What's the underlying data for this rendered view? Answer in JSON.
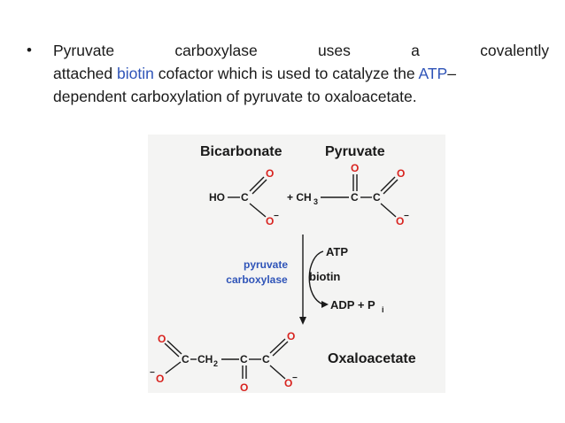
{
  "bullet": {
    "line1": [
      "Pyruvate",
      "carboxylase",
      "uses",
      "a",
      "covalently"
    ],
    "line2_a": "attached ",
    "line2_biotin": "biotin",
    "line2_b": " cofactor which is used to catalyze the ",
    "line2_atp": "ATP",
    "line2_c": "–",
    "line3": "dependent carboxylation of pyruvate to oxaloacetate."
  },
  "diagram": {
    "heading_left": "Bicarbonate",
    "heading_right": "Pyruvate",
    "ho": "HO",
    "c": "C",
    "o": "O",
    "o_minus": "O",
    "plus_ch3": "+ CH",
    "sub3": "3",
    "ch2": "CH",
    "sub2": "2",
    "atp": "ATP",
    "biotin": "biotin",
    "adp": "ADP + P",
    "sub_i": "i",
    "enzyme_line1": "pyruvate",
    "enzyme_line2": "carboxylase",
    "product": "Oxaloacetate",
    "minus": "−",
    "colors": {
      "text": "#1a1a1a",
      "accent": "#2f54b8",
      "oxygen": "#d8231f",
      "panel": "#f4f4f3"
    }
  }
}
